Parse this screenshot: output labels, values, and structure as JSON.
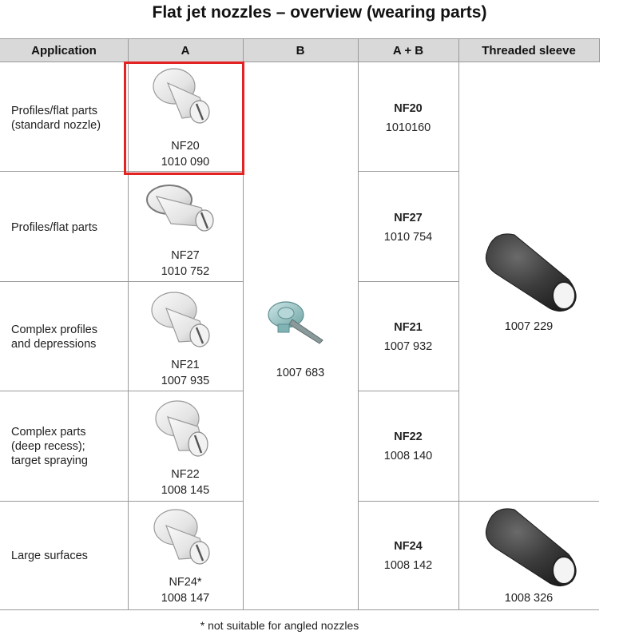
{
  "title": "Flat jet nozzles – overview (wearing parts)",
  "headers": {
    "application": "Application",
    "a": "A",
    "b": "B",
    "ab": "A + B",
    "sleeve": "Threaded sleeve"
  },
  "rows": [
    {
      "application": "Profiles/flat parts\n(standard nozzle)",
      "a_name": "NF20",
      "a_code": "1010 090",
      "ab_name": "NF20",
      "ab_code": "1010160"
    },
    {
      "application": "Profiles/flat parts",
      "a_name": "NF27",
      "a_code": "1010 752",
      "ab_name": "NF27",
      "ab_code": "1010 754"
    },
    {
      "application": "Complex profiles\nand depressions",
      "a_name": "NF21",
      "a_code": "1007 935",
      "ab_name": "NF21",
      "ab_code": "1007 932"
    },
    {
      "application": "Complex parts\n(deep recess);\ntarget spraying",
      "a_name": "NF22",
      "a_code": "1008 145",
      "ab_name": "NF22",
      "ab_code": "1008 140"
    },
    {
      "application": "Large surfaces",
      "a_name": "NF24*",
      "a_code": "1008 147",
      "ab_name": "NF24",
      "ab_code": "1008 142"
    }
  ],
  "b_code": "1007 683",
  "sleeve_codes": [
    "1007 229",
    "1008 326"
  ],
  "footnote": "* not suitable for angled nozzles",
  "colors": {
    "highlight": "#e32222",
    "header_bg": "#d9d9d9",
    "sleeve": "#3d3d3d",
    "b_part": "#9cc8c8"
  }
}
